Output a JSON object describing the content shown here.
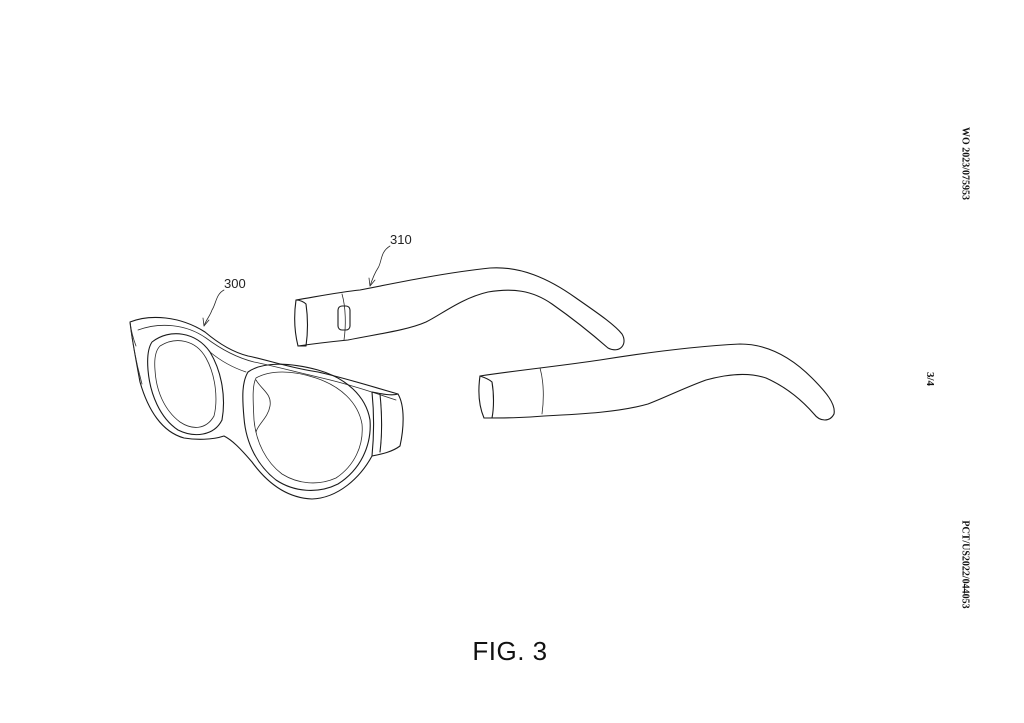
{
  "header": {
    "publication_number": "WO 2023/075953",
    "sheet_number": "3/4",
    "application_number": "PCT/US2022/044053"
  },
  "figure": {
    "caption": "FIG. 3",
    "reference_numerals": {
      "frame": "300",
      "temple_arm": "310"
    }
  }
}
